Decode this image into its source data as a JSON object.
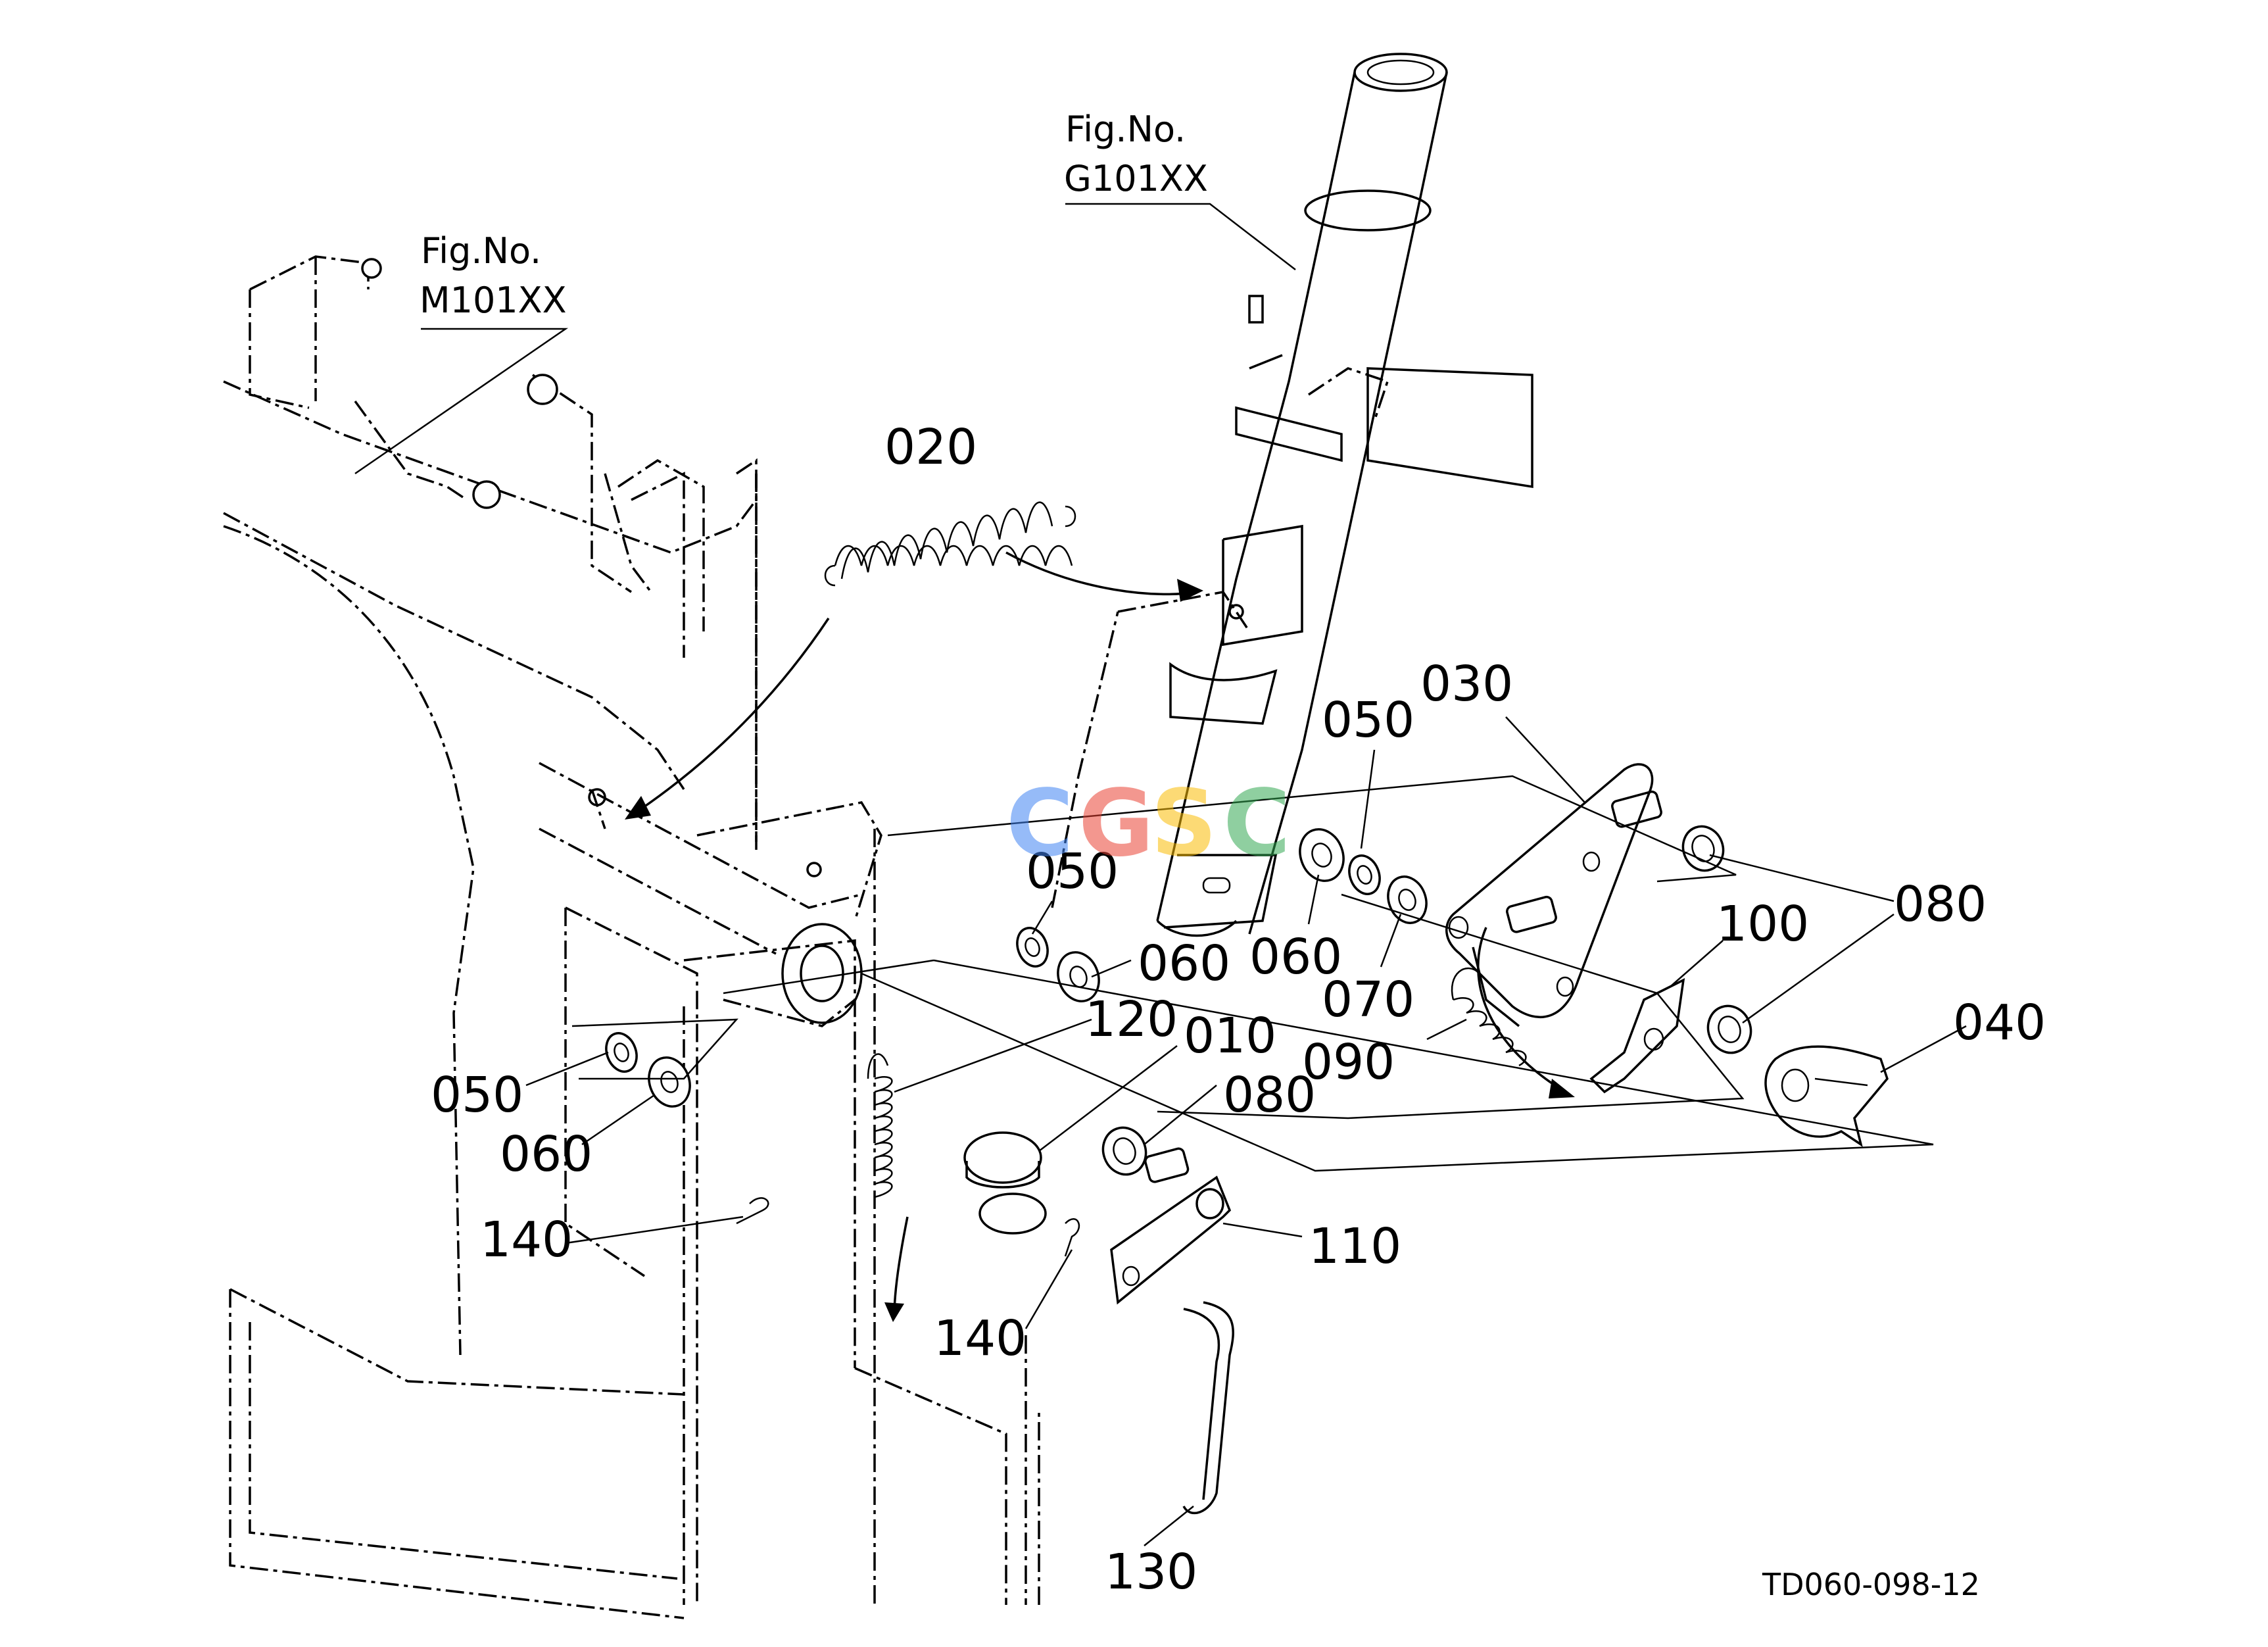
{
  "figure_refs": [
    {
      "line1": "Fig.No.",
      "line2": "M101XX"
    },
    {
      "line1": "Fig.No.",
      "line2": "G101XX"
    }
  ],
  "parts": [
    {
      "id": "020"
    },
    {
      "id": "030"
    },
    {
      "id": "050"
    },
    {
      "id": "050"
    },
    {
      "id": "050"
    },
    {
      "id": "060"
    },
    {
      "id": "060"
    },
    {
      "id": "060"
    },
    {
      "id": "070"
    },
    {
      "id": "080"
    },
    {
      "id": "080"
    },
    {
      "id": "090"
    },
    {
      "id": "100"
    },
    {
      "id": "040"
    },
    {
      "id": "120"
    },
    {
      "id": "010"
    },
    {
      "id": "140"
    },
    {
      "id": "140"
    },
    {
      "id": "110"
    },
    {
      "id": "130"
    }
  ],
  "drawing_code": "TD060-098-12",
  "watermark": {
    "letters": [
      "C",
      "G",
      "S",
      "C"
    ],
    "colors": [
      "#4285F4",
      "#EA4335",
      "#FBBC05",
      "#34A853"
    ]
  }
}
